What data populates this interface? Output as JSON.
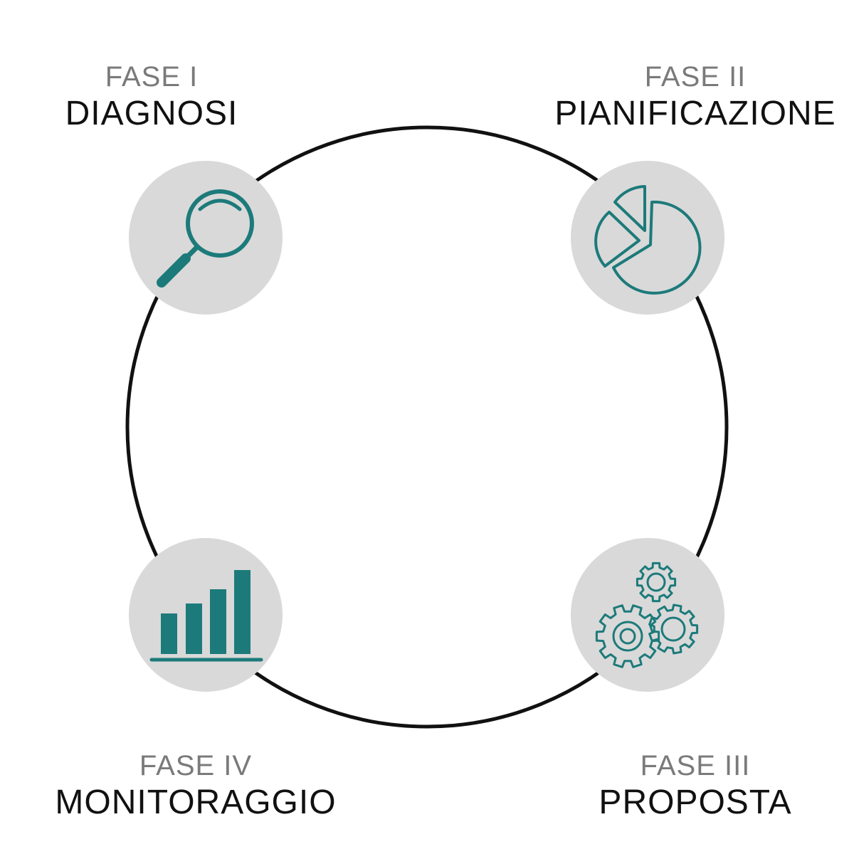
{
  "colors": {
    "accent": "#1d7a7a",
    "icon_bg": "#d9d9d9",
    "phase_number": "#7a7a7a",
    "phase_name": "#111111",
    "ring": "#111111"
  },
  "phases": [
    {
      "number": "FASE I",
      "name": "DIAGNOSI",
      "icon": "magnifying-glass-icon"
    },
    {
      "number": "FASE II",
      "name": "PIANIFICAZIONE",
      "icon": "pie-chart-icon"
    },
    {
      "number": "FASE III",
      "name": "PROPOSTA",
      "icon": "gears-icon"
    },
    {
      "number": "FASE IV",
      "name": "MONITORAGGIO",
      "icon": "bar-chart-icon"
    }
  ]
}
